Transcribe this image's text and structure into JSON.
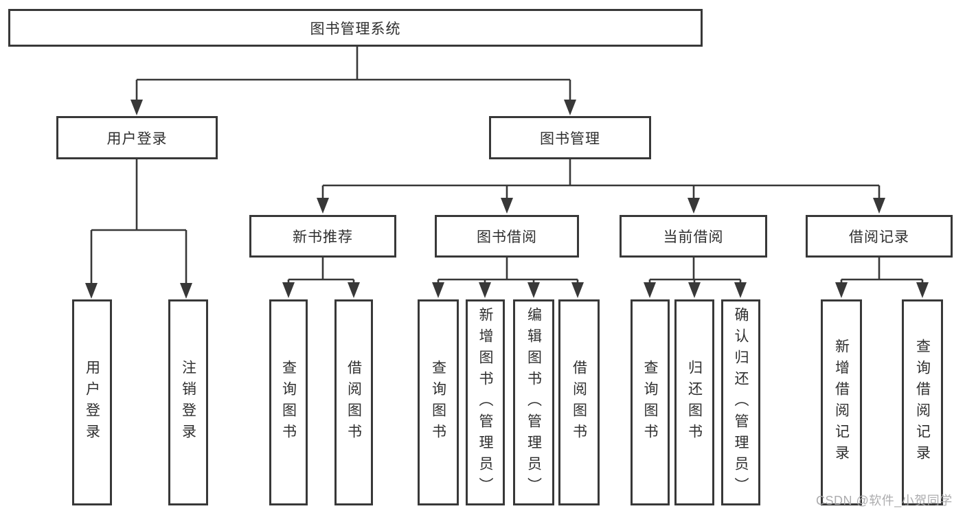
{
  "diagram": {
    "root": {
      "label": "图书管理系统"
    },
    "branches": [
      {
        "label": "用户登录",
        "children": [
          {
            "label": "用户登录"
          },
          {
            "label": "注销登录"
          }
        ]
      },
      {
        "label": "图书管理",
        "children": [
          {
            "label": "新书推荐",
            "children": [
              {
                "label": "查询图书"
              },
              {
                "label": "借阅图书"
              }
            ]
          },
          {
            "label": "图书借阅",
            "children": [
              {
                "label": "查询图书"
              },
              {
                "label": "新增图书（管理员）"
              },
              {
                "label": "编辑图书（管理员）"
              },
              {
                "label": "借阅图书"
              }
            ]
          },
          {
            "label": "当前借阅",
            "children": [
              {
                "label": "查询图书"
              },
              {
                "label": "归还图书"
              },
              {
                "label": "确认归还（管理员）"
              }
            ]
          },
          {
            "label": "借阅记录",
            "children": [
              {
                "label": "新增借阅记录"
              },
              {
                "label": "查询借阅记录"
              }
            ]
          }
        ]
      }
    ]
  },
  "watermark": {
    "text": "CSDN @软件_小贺同学"
  },
  "colors": {
    "line": "#383838",
    "box_border": "#383838",
    "text": "#2f2f2f",
    "background": "#ffffff",
    "watermark": "#a8a8aa"
  }
}
